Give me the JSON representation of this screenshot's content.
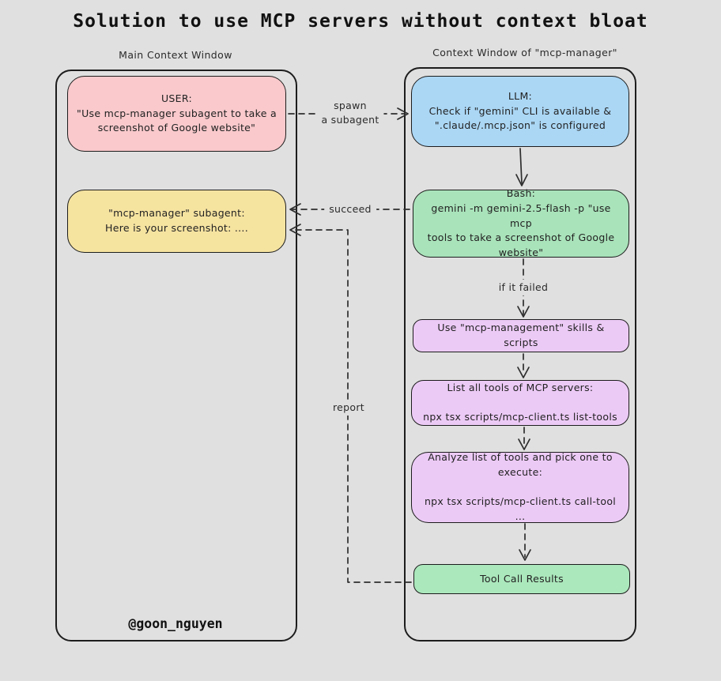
{
  "title": "Solution to use MCP servers without context bloat",
  "watermark": "@goon_nguyen",
  "columns": {
    "left": {
      "label": "Main Context Window"
    },
    "right": {
      "label": "Context Window of \"mcp-manager\""
    }
  },
  "boxes": {
    "user": "USER:\n\"Use mcp-manager subagent to take a\nscreenshot of Google website\"",
    "subagent": "\"mcp-manager\" subagent:\nHere is your screenshot: ....",
    "llm": "LLM:\nCheck if \"gemini\" CLI is available &\n\".claude/.mcp.json\" is configured",
    "bash": "Bash:\ngemini -m gemini-2.5-flash -p \"use mcp\ntools to take a screenshot of Google\nwebsite\"",
    "skills": "Use \"mcp-management\" skills & scripts",
    "list_tools": "List all tools of MCP servers:\n\nnpx tsx scripts/mcp-client.ts list-tools",
    "analyze": "Analyze list of tools and pick one to\nexecute:\n\nnpx tsx scripts/mcp-client.ts call-tool ...",
    "results": "Tool Call Results"
  },
  "edge_labels": {
    "spawn": "spawn\na subagent",
    "succeed": "succeed",
    "report": "report",
    "if_failed": "if it failed"
  },
  "colors": {
    "background": "#e0e0e0",
    "user_box": "#f9c9cc",
    "subagent_box": "#f5e3a0",
    "llm_box": "#abd7f5",
    "bash_box": "#a9e3ba",
    "purple_box": "#eccaf6",
    "results_box": "#abe8bc",
    "border": "#1d1d1d",
    "line": "#2e2e2e"
  }
}
